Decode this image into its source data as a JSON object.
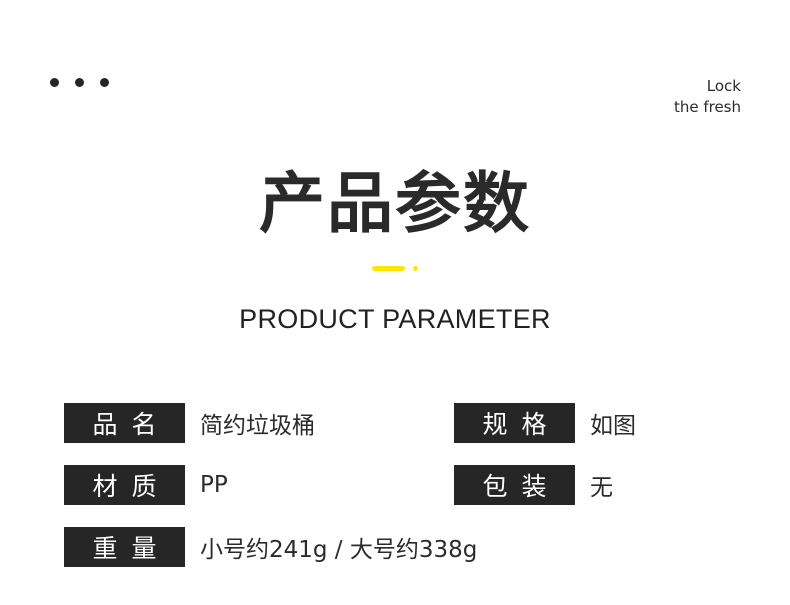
{
  "header": {
    "dots_icon": "ellipsis-dots",
    "tagline_line1": "Lock",
    "tagline_line2": "the fresh"
  },
  "title": "产品参数",
  "accent_color": "#ffe600",
  "subtitle": "PRODUCT PARAMETER",
  "params": [
    {
      "label": "品名",
      "value": "简约垃圾桶"
    },
    {
      "label": "规格",
      "value": "如图"
    },
    {
      "label": "材质",
      "value": "PP"
    },
    {
      "label": "包装",
      "value": "无"
    },
    {
      "label": "重量",
      "value": "小号约241g / 大号约338g"
    }
  ]
}
